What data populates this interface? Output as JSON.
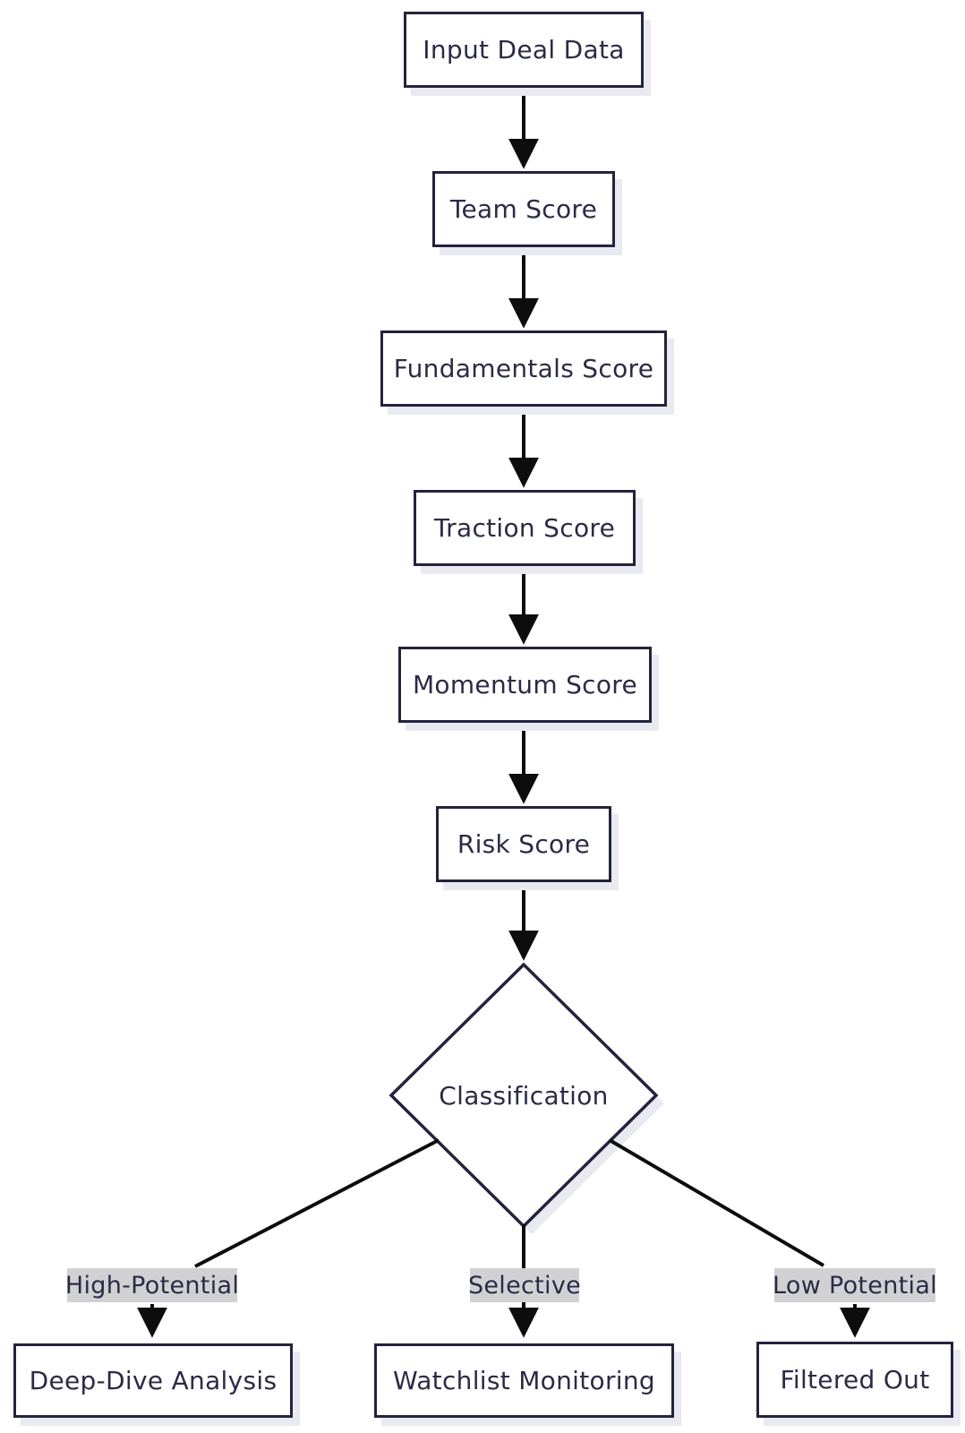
{
  "diagram_type": "flowchart",
  "nodes": [
    {
      "id": "input_deal_data",
      "label": "Input Deal Data",
      "type": "process"
    },
    {
      "id": "team_score",
      "label": "Team Score",
      "type": "process"
    },
    {
      "id": "fundamentals_score",
      "label": "Fundamentals Score",
      "type": "process"
    },
    {
      "id": "traction_score",
      "label": "Traction Score",
      "type": "process"
    },
    {
      "id": "momentum_score",
      "label": "Momentum Score",
      "type": "process"
    },
    {
      "id": "risk_score",
      "label": "Risk Score",
      "type": "process"
    },
    {
      "id": "classification",
      "label": "Classification",
      "type": "decision"
    },
    {
      "id": "deep_dive_analysis",
      "label": "Deep-Dive Analysis",
      "type": "process"
    },
    {
      "id": "watchlist_monitoring",
      "label": "Watchlist Monitoring",
      "type": "process"
    },
    {
      "id": "filtered_out",
      "label": "Filtered Out",
      "type": "process"
    }
  ],
  "edges": [
    {
      "from": "Input Deal Data",
      "to": "Team Score",
      "label": ""
    },
    {
      "from": "Team Score",
      "to": "Fundamentals Score",
      "label": ""
    },
    {
      "from": "Fundamentals Score",
      "to": "Traction Score",
      "label": ""
    },
    {
      "from": "Traction Score",
      "to": "Momentum Score",
      "label": ""
    },
    {
      "from": "Momentum Score",
      "to": "Risk Score",
      "label": ""
    },
    {
      "from": "Risk Score",
      "to": "Classification",
      "label": ""
    },
    {
      "from": "Classification",
      "to": "Deep-Dive Analysis",
      "label": "High-Potential"
    },
    {
      "from": "Classification",
      "to": "Watchlist Monitoring",
      "label": "Selective"
    },
    {
      "from": "Classification",
      "to": "Filtered Out",
      "label": "Low Potential"
    }
  ],
  "colors": {
    "node_border": "#23233e",
    "node_fill": "#ffffff",
    "text": "#2b2b47",
    "line": "#0d0d0d",
    "edge_label_bg": "#d1d1d4",
    "shadow": "#e9e9f1",
    "background": "#ffffff"
  }
}
